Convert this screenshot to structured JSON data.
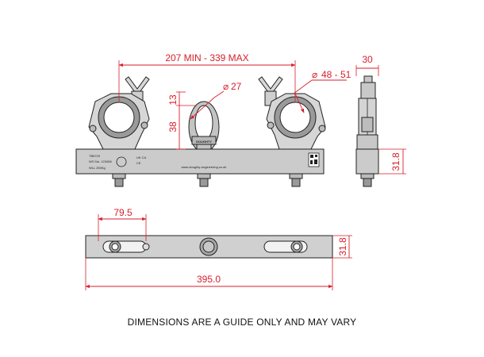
{
  "dimensions": {
    "span": "207 MIN - 339 MAX",
    "eye_diameter": "27",
    "clamp_diameter": "48 - 51",
    "height_upper": "13",
    "height_lower": "38",
    "side_width": "30",
    "side_height": "31.8",
    "hole_offset": "79.5",
    "plan_height": "31.8",
    "overall_length": "395.0"
  },
  "bar_markings": {
    "model": "TB5720",
    "wo": "WO No. 123456",
    "wll": "WLL 250Kg",
    "ukca": "UK CA",
    "ce": "CE",
    "brand": "DOUGHTY",
    "website": "www.doughty-engineering.co.uk"
  },
  "footer_note": "DIMENSIONS ARE A GUIDE ONLY AND MAY VARY",
  "colors": {
    "dimension": "#d81e2a",
    "line": "#222222",
    "part": "#c8c8c8"
  }
}
